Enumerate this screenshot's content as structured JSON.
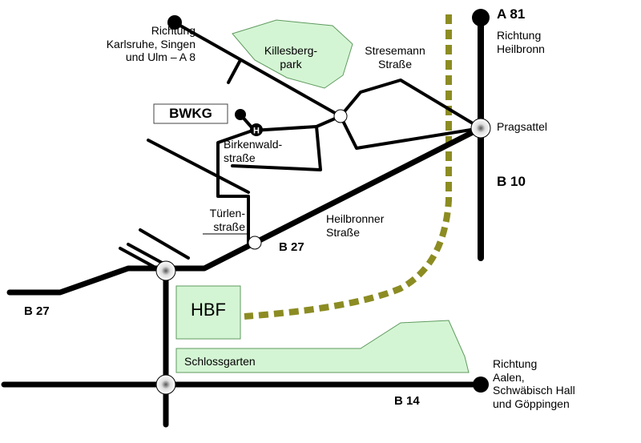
{
  "colors": {
    "road": "#000000",
    "park_fill": "#d4f5d4",
    "park_stroke": "#5f9a5f",
    "rail": "#8c8c23",
    "junction_fill": "#ffffff"
  },
  "labels": {
    "karlsruhe": "Richtung\nKarlsruhe, Singen\nund Ulm – A 8",
    "killesberg": "Killesberg-\npark",
    "stresemann": "Stresemann\nStraße",
    "a81": "A 81",
    "heilbronn_direction": "Richtung\nHeilbronn",
    "pragsattel": "Pragsattel",
    "bwkg": "BWKG",
    "h_marker": "H",
    "birkenwald": "Birkenwald-\nstraße",
    "b10": "B 10",
    "tuerlen": "Türlen-\nstraße",
    "heilbronner_str": "Heilbronner\nStraße",
    "b27_mid": "B 27",
    "b27_left": "B 27",
    "hbf": "HBF",
    "schlossgarten": "Schlossgarten",
    "aalen": "Richtung\nAalen,\nSchwäbisch Hall\nund Göppingen",
    "b14": "B 14"
  }
}
